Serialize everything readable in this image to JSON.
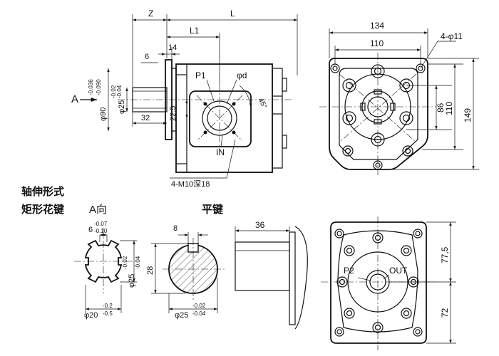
{
  "front_view": {
    "dim_z": "Z",
    "dim_l": "L",
    "dim_l1": "L1",
    "dim_14": "14",
    "dim_6": "6",
    "dim_32": "32",
    "dim_22_5": "22,5",
    "port_p1": "P1",
    "port_d": "φd",
    "port_in": "IN",
    "angle": "45°",
    "view_arrow_label": "A",
    "dia_flange": "φ90",
    "dia_flange_tol_upper": "-0.036",
    "dia_flange_tol_lower": "-0.090",
    "dia_shaft": "φ25",
    "dia_shaft_tol_upper": "-0.02",
    "dia_shaft_tol_lower": "-0.04",
    "thread_note": "4-M10深18"
  },
  "side_view": {
    "dim_134": "134",
    "dim_110_top": "110",
    "holes": "4-φ11",
    "dim_86": "86",
    "dim_110_right": "110",
    "dim_149": "149"
  },
  "labels": {
    "shaft_form": "轴伸形式",
    "spline": "矩形花键",
    "view_a": "A向",
    "flat_key": "平键"
  },
  "spline_view": {
    "key_width": "6",
    "key_tol_upper": "-0.07",
    "key_tol_lower": "-0.10",
    "outer_dia": "φ25",
    "outer_tol_upper": "-0.02",
    "outer_tol_lower": "-0.04",
    "inner_dia": "φ20",
    "inner_tol_upper": "-0.2",
    "inner_tol_lower": "-0.5"
  },
  "key_view": {
    "key_width": "8",
    "height": "28",
    "dia": "φ25",
    "tol_upper": "-0.02",
    "tol_lower": "-0.04"
  },
  "shaft_side": {
    "length": "36"
  },
  "rear_view": {
    "port_p2": "P2",
    "port_out": "OUT",
    "dim_77_5": "77,5",
    "dim_72": "72"
  }
}
